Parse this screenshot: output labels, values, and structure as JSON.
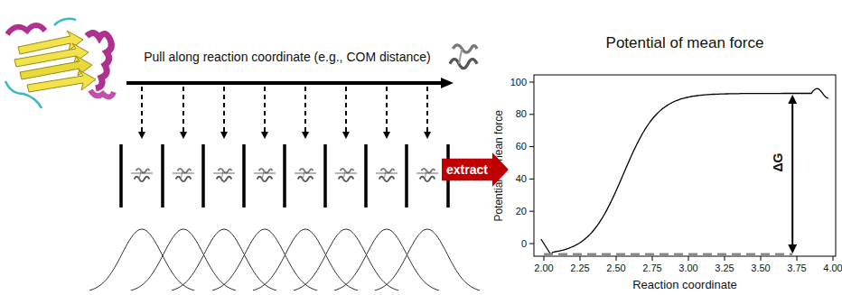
{
  "diagram": {
    "nodes": [
      {
        "text": [
          "extract"
        ]
      }
    ],
    "labels": [
      "Pull along reaction coordinate (e.g., COM distance)",
      "Potential of mean force",
      "0",
      "20",
      "40",
      "60",
      "80",
      "100",
      "2.00",
      "2.25",
      "2.50",
      "2.75",
      "3.00",
      "3.25",
      "3.50",
      "3.75",
      "4.00",
      "Potential of mean force",
      "Reaction coordinate",
      "ΔG"
    ]
  }
}
